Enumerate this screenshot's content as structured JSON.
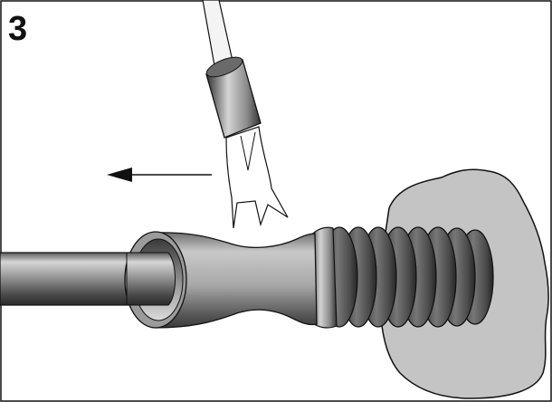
{
  "step": {
    "number": "3"
  },
  "colors": {
    "frame": "#111111",
    "rock": "#c4c4c4",
    "rod_mid": "#b9b9b9",
    "rod_dark": "#3a3a3a",
    "outline": "#111111"
  },
  "icons": {
    "arrow": "arrow-left-icon",
    "tool": "dual-prong-chisel-tool",
    "pipe": "sleeve-coupling-pipe",
    "threads": "rolled-thread-sleeve",
    "rock": "rock-wall"
  }
}
